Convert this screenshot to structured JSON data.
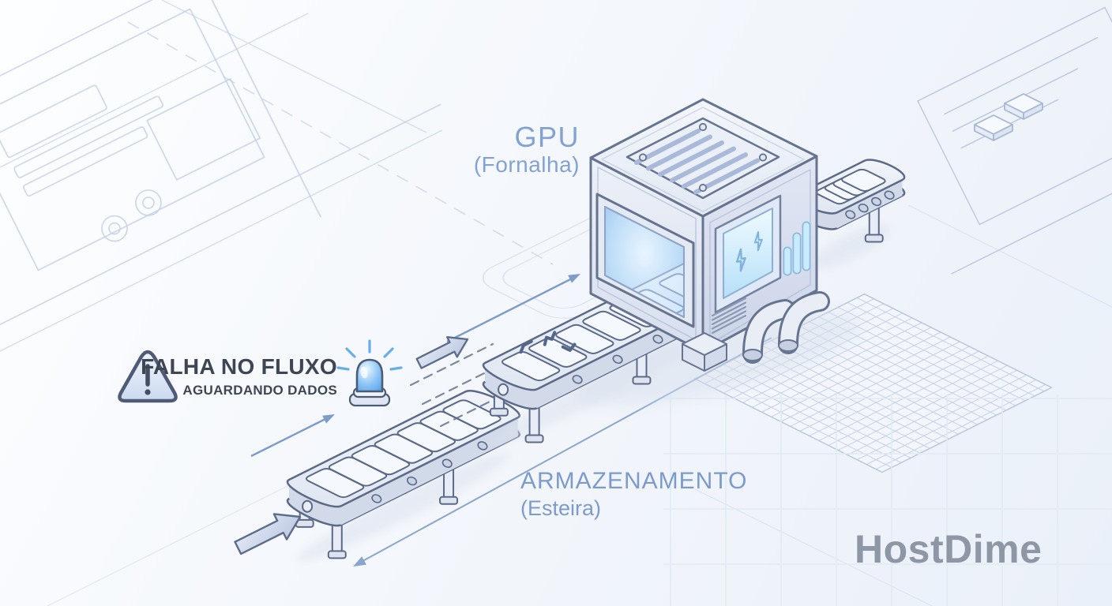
{
  "scene": {
    "description": "isometric blueprint illustration of data pipeline",
    "labels": {
      "machine": {
        "title": "GPU",
        "subtitle": "(Fornalha)"
      },
      "alert": {
        "title": "FALHA NO FLUXO",
        "subtitle": "AGUARDANDO DADOS"
      },
      "storage": {
        "title": "ARMAZENAMENTO",
        "subtitle": "(Esteira)"
      },
      "brand": "HostDime"
    },
    "icons": [
      "warning-triangle-icon",
      "alert-beacon-icon",
      "flow-arrow-icon",
      "thin-flow-arrow-icon",
      "dimension-arrow-icon",
      "machine-screen-icon",
      "bar-indicator-icon",
      "exhaust-pipes-icon"
    ],
    "colors": {
      "machine_label_blue": "#84A2D1",
      "storage_label_blue": "#7D9BCA",
      "alert_text_dark": "#3E4553",
      "brand_gray": "#8E97A5",
      "beacon_blue": "#5FAEF0",
      "outline_slate": "#5C6A88",
      "blueprint_line": "#BECDE4",
      "tunnel_glow": "#A9CEF2",
      "screen_glow": "#BDE4FA"
    }
  }
}
